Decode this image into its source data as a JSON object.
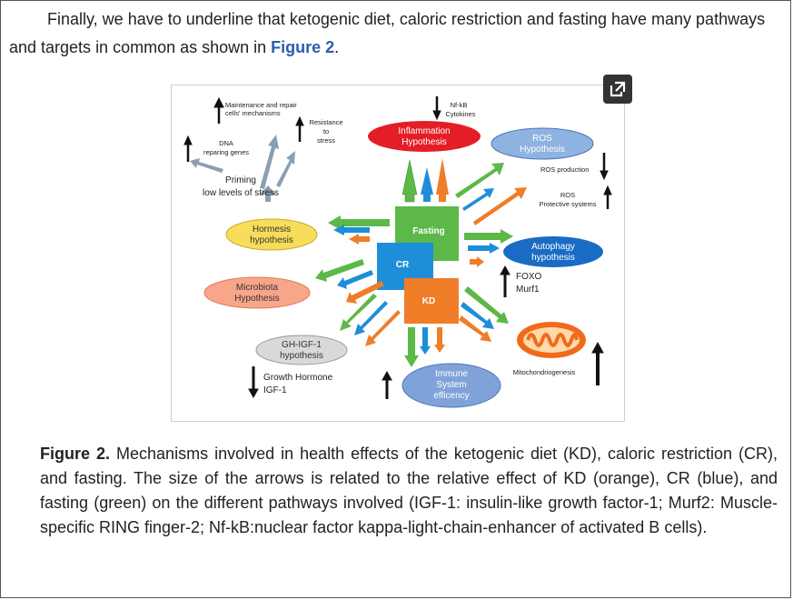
{
  "intro": {
    "text_before": "Finally, we have to underline that ketogenic diet, caloric restriction and fasting have many pathways and targets in common as shown in ",
    "link": "Figure 2",
    "text_after": "."
  },
  "figure": {
    "nodes": {
      "inflammation": [
        "Inflammation",
        "Hypothesis"
      ],
      "ros": [
        "ROS",
        "Hypothesis"
      ],
      "autophagy": [
        "Autophagy",
        "hypothesis"
      ],
      "hormesis": [
        "Hormesis",
        "hypothesis"
      ],
      "microbiota": [
        "Microbiota",
        "Hypothesis"
      ],
      "ghigf": [
        "GH-IGF-1",
        "hypothesis"
      ],
      "immune": [
        "Immune",
        "System",
        "efficency"
      ],
      "fasting": "Fasting",
      "cr": "CR",
      "kd": "KD"
    },
    "labels": {
      "maintenance": [
        "Maintenance and repair",
        "cells' mechanisms"
      ],
      "resistance": [
        "Resistance",
        "to",
        "stress"
      ],
      "dna": [
        "DNA",
        "reparing genes"
      ],
      "priming": [
        "Priming",
        "low levels of stress"
      ],
      "nfkb": [
        "Nf-kB",
        "Cytokines"
      ],
      "ros_production": "ROS production",
      "ros_protective": [
        "ROS",
        "Protective systems"
      ],
      "foxo": [
        "FOXO",
        "Murf1"
      ],
      "growth_hormone": [
        "Growth Hormone",
        "IGF-1"
      ],
      "mitochondriogenesis": "Mitochondriogenesis"
    },
    "colors": {
      "fasting": "#5cb847",
      "cr": "#1f8ed8",
      "kd": "#f07d28",
      "inflammation": "#e41e26",
      "ros": "#8fb3e0",
      "autophagy": "#1a6bc4",
      "hormesis": "#f7dd5a",
      "microbiota": "#f7a68a",
      "ghigf": "#d9d9d9",
      "immune": "#7fa3d8",
      "mitochondria": "#f06a1a",
      "gray_arrow": "#8b9fb3",
      "dark_arrow": "#111111"
    }
  },
  "caption": {
    "label": "Figure 2.",
    "text": " Mechanisms involved in health effects of the ketogenic diet (KD), caloric restriction (CR), and fasting. The size of the arrows is related to the relative effect of KD (orange), CR (blue), and fasting (green) on the different pathways involved (IGF-1: insulin-like growth factor-1; Murf2: Muscle-specific RING finger-2; Nf-kB:nuclear factor kappa-light-chain-enhancer of activated B cells)."
  }
}
